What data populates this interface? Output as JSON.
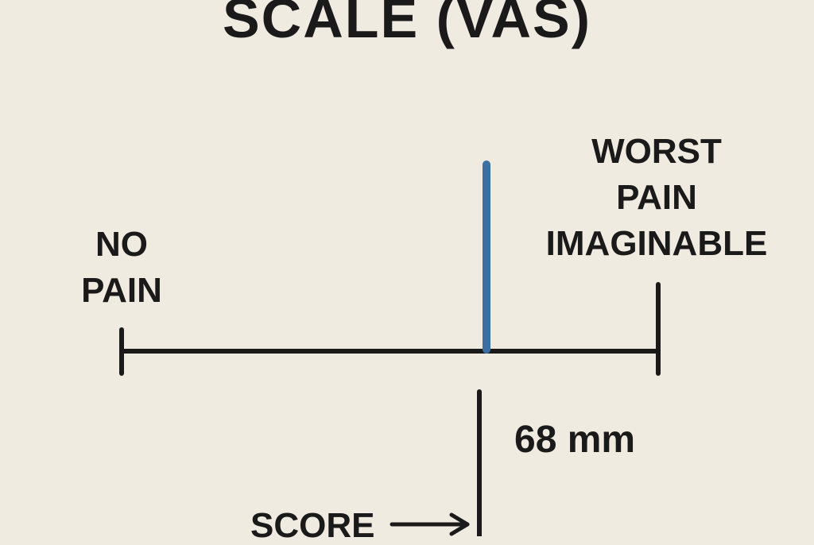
{
  "title": "SCALE (VAS)",
  "scale": {
    "left_anchor": [
      "NO",
      "PAIN"
    ],
    "right_anchor": [
      "WORST",
      "PAIN",
      "IMAGINABLE"
    ],
    "range_mm": [
      0,
      100
    ],
    "marker_value_mm": 68,
    "marker_color": "#3b6fa2"
  },
  "measurement": {
    "value_label": "68 mm",
    "score_label": "SCORE"
  }
}
